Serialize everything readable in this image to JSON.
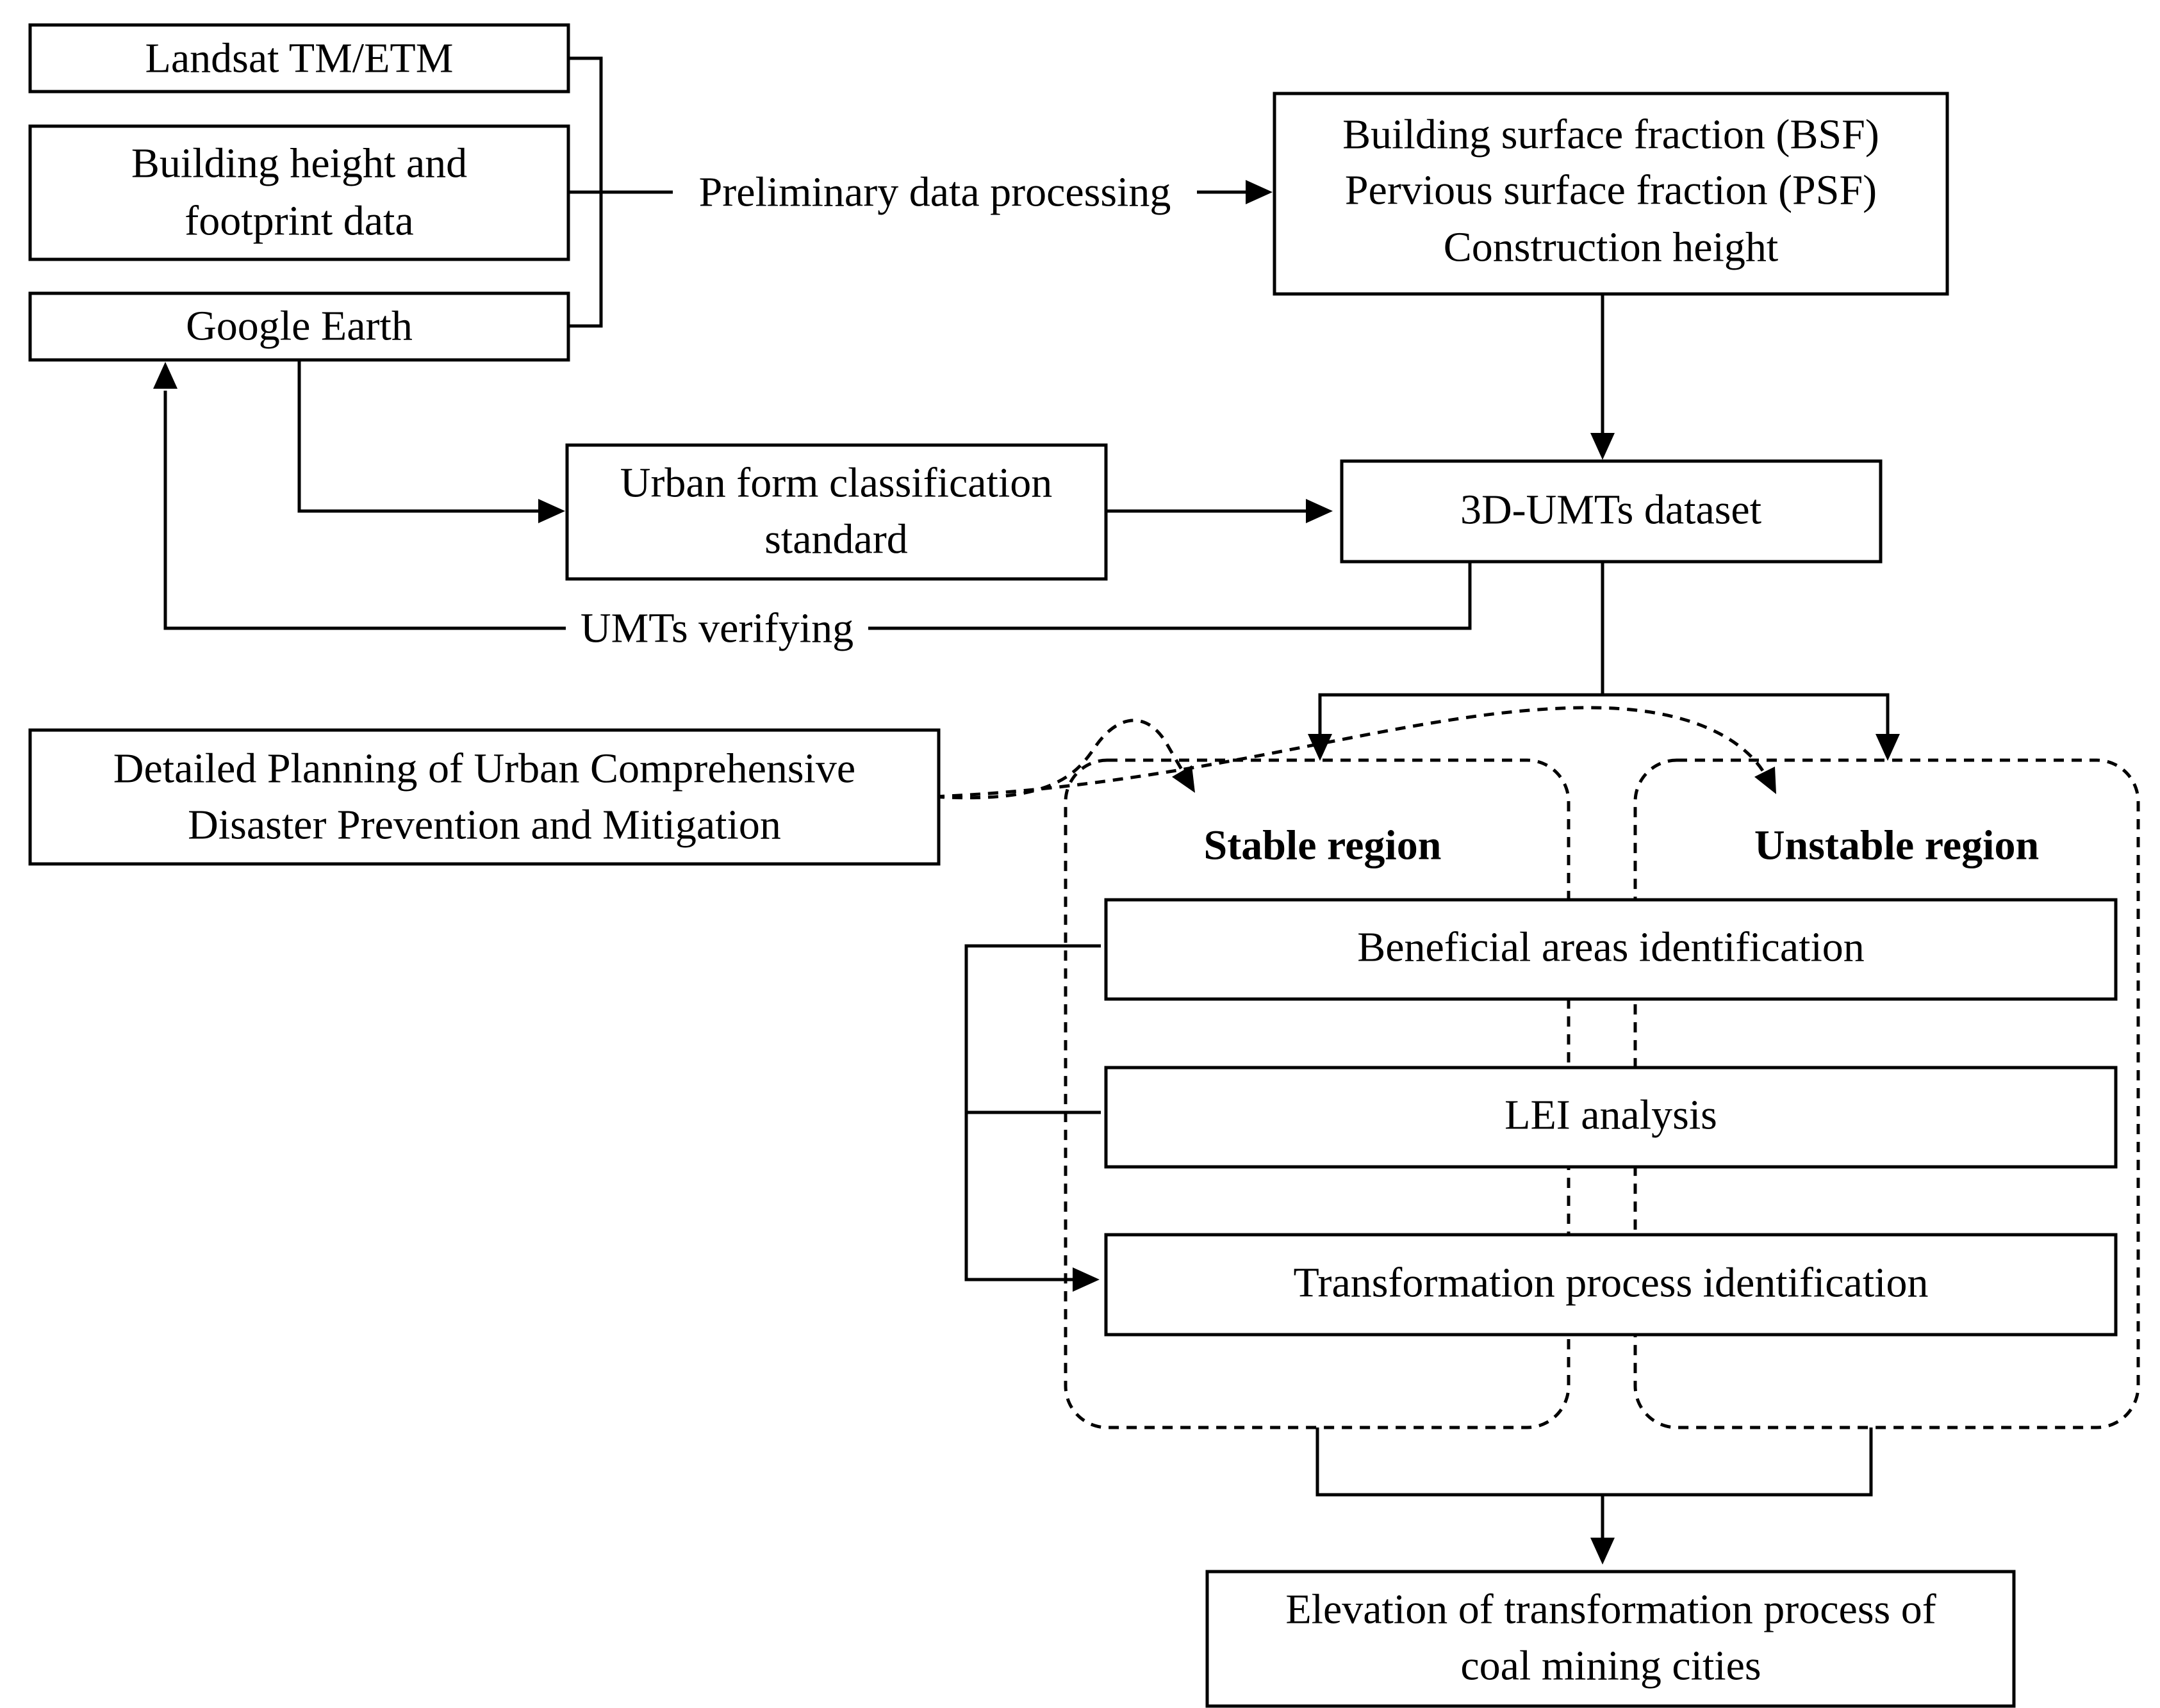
{
  "nodes": {
    "landsat": "Landsat TM/ETM",
    "building_data": [
      "Building height and",
      "footprint data"
    ],
    "google_earth": "Google Earth",
    "fractions": [
      "Building surface fraction (BSF)",
      "Pervious surface fraction (PSF)",
      "Construction height"
    ],
    "classification_standard": [
      "Urban form classification",
      "standard"
    ],
    "umts_dataset": "3D-UMTs dataset",
    "planning": [
      "Detailed Planning of Urban Comprehensive",
      "Disaster Prevention and Mitigation"
    ],
    "stable_region": "Stable region",
    "unstable_region": "Unstable region",
    "beneficial_areas": "Beneficial areas identification",
    "lei_analysis": "LEI analysis",
    "transformation_identification": "Transformation process identification",
    "elevation": [
      "Elevation of transformation process of",
      "coal mining cities"
    ]
  },
  "edge_labels": {
    "preliminary_processing": "Preliminary data processing",
    "umts_verifying": "UMTs verifying"
  }
}
